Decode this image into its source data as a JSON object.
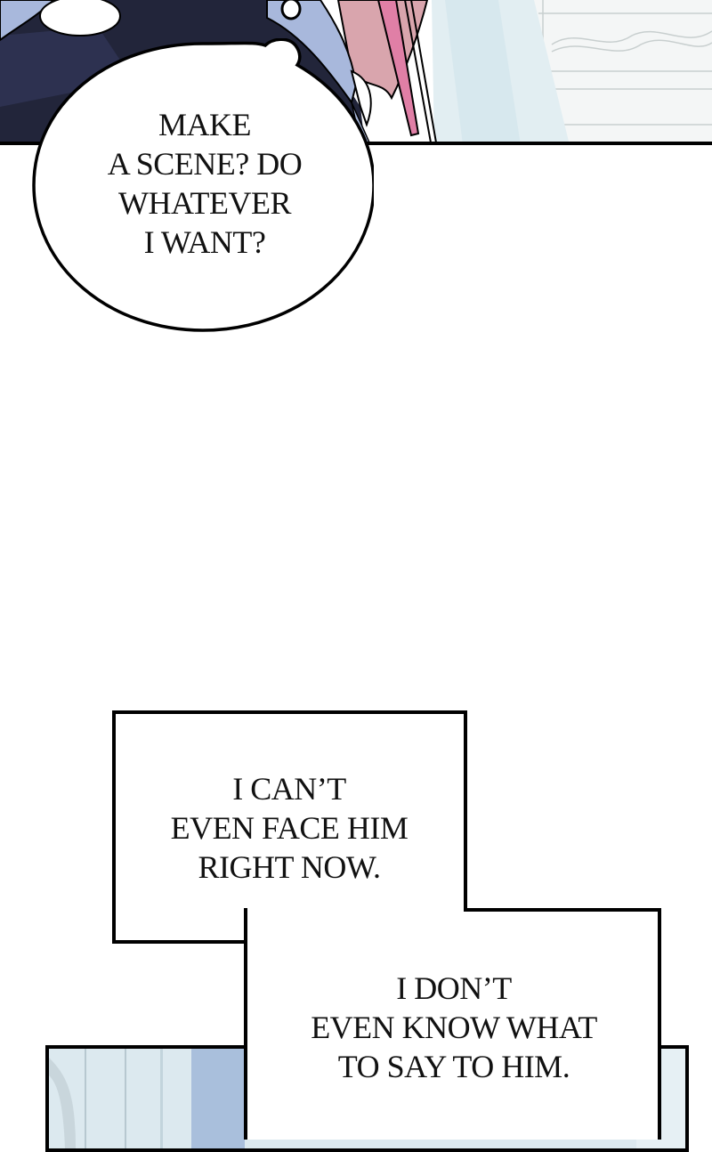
{
  "comic": {
    "panels": [
      {
        "id": "top-panel",
        "description": "character-closeup-dark-clothes-pink-hair-curtain-window"
      },
      {
        "id": "bottom-panel",
        "description": "light-blue-room-interior"
      }
    ],
    "speech_bubble": {
      "lines": [
        "MAKE",
        "A SCENE? DO",
        "WHATEVER",
        "I WANT?"
      ]
    },
    "captions": [
      {
        "lines": [
          "I CAN’T",
          "EVEN FACE HIM",
          "RIGHT NOW."
        ]
      },
      {
        "lines": [
          "I DON’T",
          "EVEN KNOW WHAT",
          "TO SAY TO HIM."
        ]
      }
    ],
    "colors": {
      "outline": "#000000",
      "background": "#ffffff",
      "dark_clothing": "#22253a",
      "light_blue": "#a8b8dc",
      "pink_hair": "#d9a5ad",
      "curtain": "#e2eef2"
    }
  }
}
